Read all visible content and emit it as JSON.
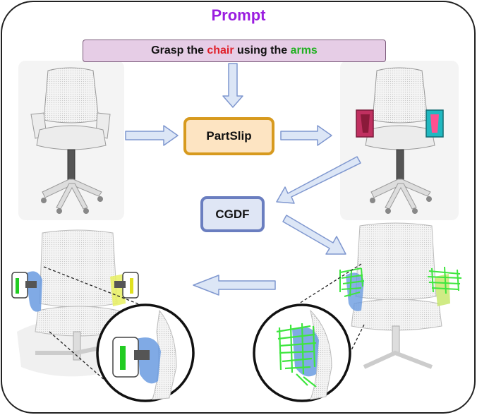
{
  "title": "Prompt",
  "prompt": {
    "part1": "Grasp the ",
    "object_word": "chair",
    "part2": " using the ",
    "part_word": "arms"
  },
  "nodes": {
    "partslip": "PartSlip",
    "cgdf": "CGDF"
  },
  "colors": {
    "title": "#9b1ee0",
    "object_word": "#e0202a",
    "part_word": "#21b021",
    "partslip_fill": "#fde4c2",
    "partslip_border": "#d79a1e",
    "cgdf_fill": "#dfe6f5",
    "cgdf_border": "#6a7ec0",
    "arrow_fill": "#dce6f6",
    "arrow_stroke": "#7f97cf",
    "seg_left": "#c03060",
    "seg_right": "#20b8c0",
    "grasp_green": "#3ee63e",
    "point_blue": "#6a9be0"
  }
}
